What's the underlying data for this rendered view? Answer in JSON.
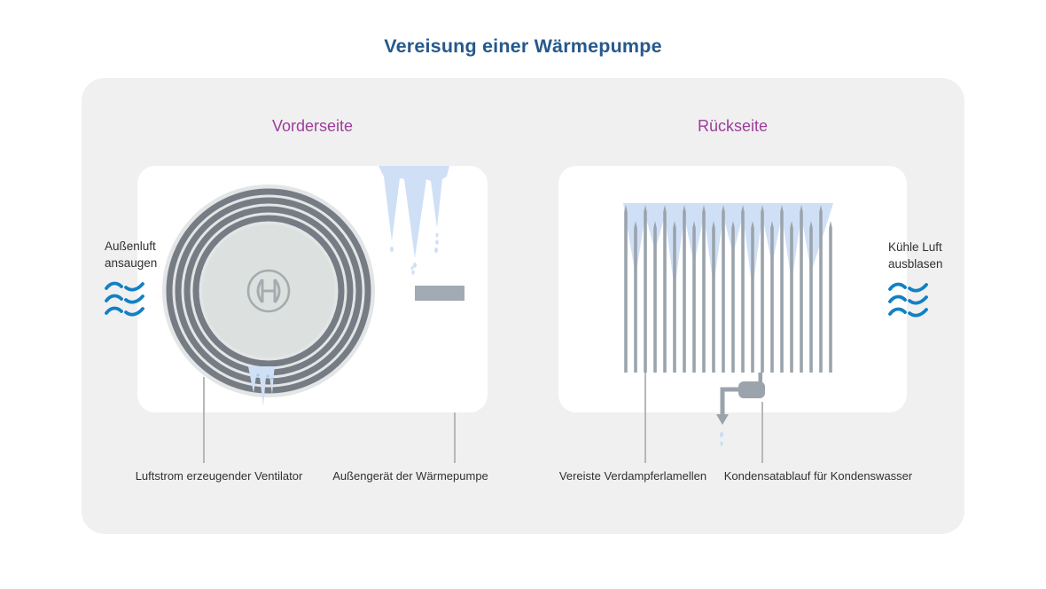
{
  "title": "Vereisung einer Wärmepumpe",
  "front": {
    "heading": "Vorderseite",
    "airflow_label": {
      "line1": "Außenluft",
      "line2": "ansaugen"
    },
    "caption_fan": "Luftstrom erzeugender Ventilator",
    "caption_unit": "Außengerät der Wärmepumpe"
  },
  "back": {
    "heading": "Rückseite",
    "airflow_label": {
      "line1": "Kühle Luft",
      "line2": "ausblasen"
    },
    "caption_fins": "Vereiste Verdampferlamellen",
    "caption_drain": "Kondensatablauf für Kondenswasser"
  },
  "colors": {
    "title_blue": "#25598c",
    "heading_purple": "#9c3e9a",
    "airflow_blue": "#1280c4",
    "ice_blue": "#cfe0f6",
    "droplet_blue": "#a9c8ef",
    "metal_gray": "#9ba3ac",
    "ring_gray": "#757c84",
    "fan_outer_gray": "#e3e5e6",
    "fan_disc_gray": "#dce1e0",
    "container_bg": "#f0f0f1",
    "leader_gray": "#b5b7b9",
    "text_dark": "#2f3133"
  }
}
